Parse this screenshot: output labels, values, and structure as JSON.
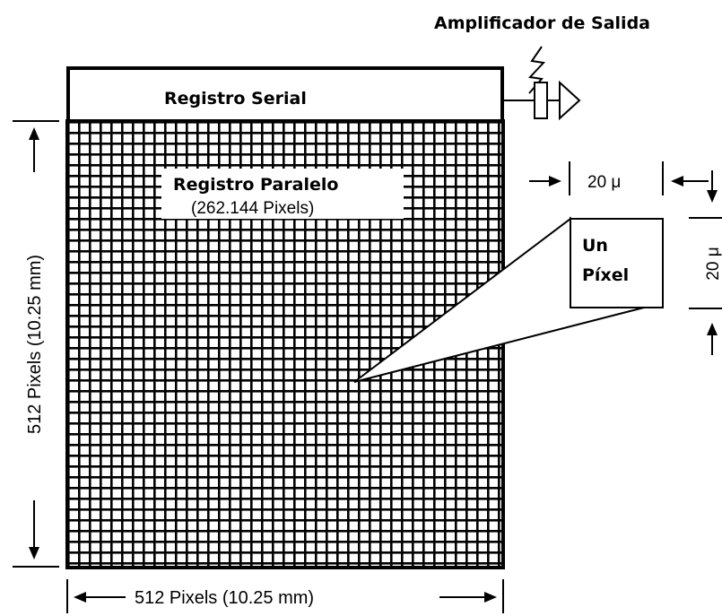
{
  "amplifier_label": "Amplificador de Salida",
  "serial_register_label": "Registro Serial",
  "parallel_register": {
    "title": "Registro Paralelo",
    "count": "(262.144 Pixels)"
  },
  "pixel_label": {
    "line1": "Un",
    "line2": "Píxel"
  },
  "pixel_width": "20 μ",
  "pixel_height": "20 μ",
  "vertical_dimension": "512 Pixels (10.25 mm)",
  "horizontal_dimension": "512 Pixels (10.25 mm)",
  "colors": {
    "ink": "#000000",
    "paper": "#ffffff"
  }
}
